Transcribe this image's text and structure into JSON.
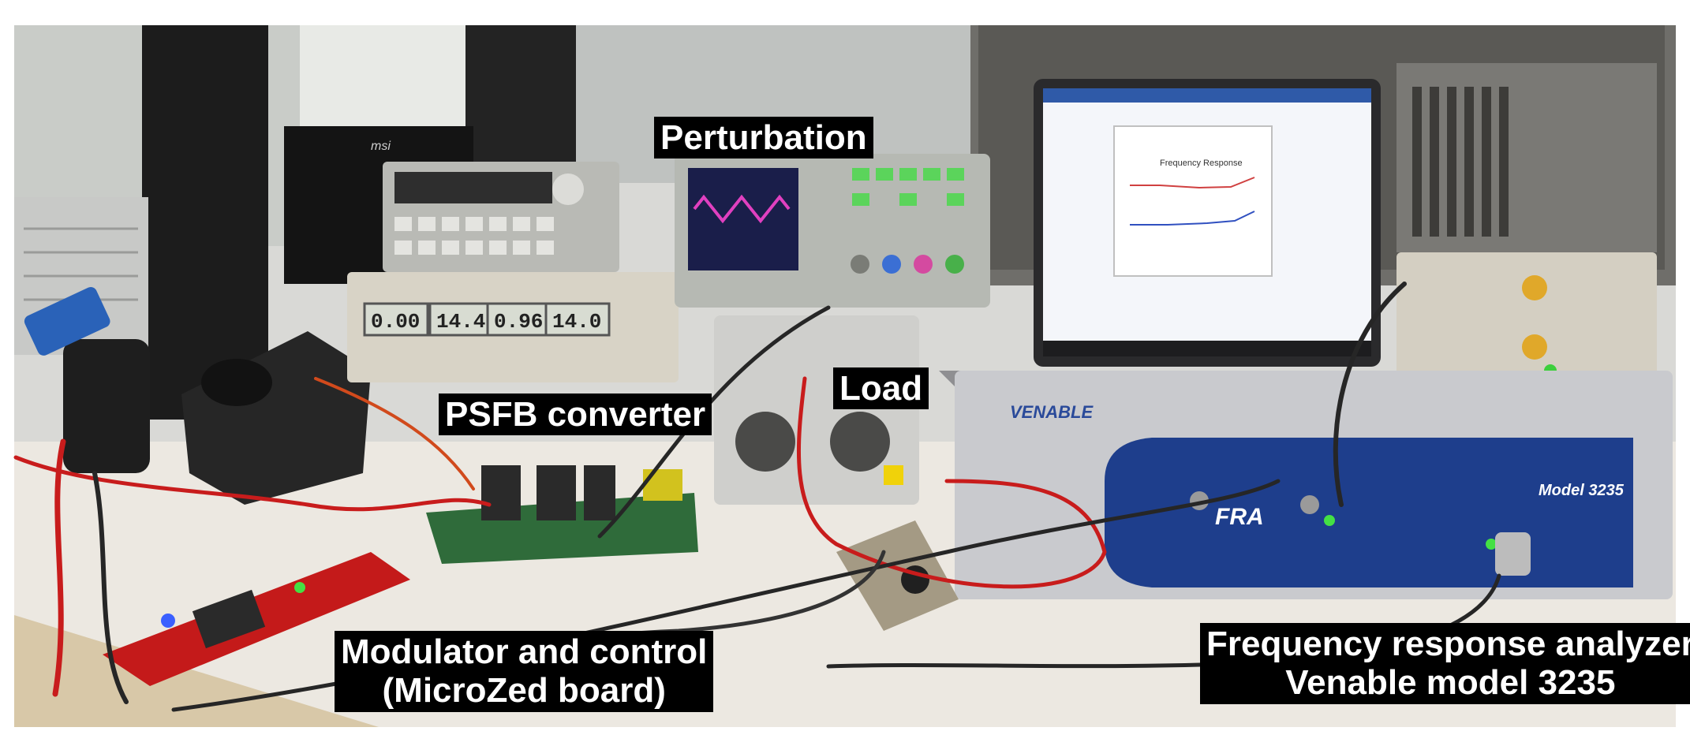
{
  "labels": {
    "perturbation": "Perturbation",
    "load": "Load",
    "psfb": "PSFB converter",
    "modulator": [
      "Modulator and control",
      "(MicroZed board)"
    ],
    "fra": [
      "Frequency response analyzer",
      "Venable model 3235"
    ]
  },
  "equipment_text": {
    "fra_model": "Model 3235",
    "fra_logo": "FRA",
    "fra_brand": "VENABLE",
    "laptop_plot_title": "Frequency Response",
    "psu_display": [
      "0.00",
      "14.4",
      "0.96",
      "14.0"
    ],
    "monitor_brand": "msi"
  },
  "colors": {
    "bench": "#ece8e1",
    "fra_blue": "#1e3e8c",
    "red_board": "#c41a1a",
    "green_pcb": "#2f6b3a",
    "scope_wave": "#e040c0"
  }
}
